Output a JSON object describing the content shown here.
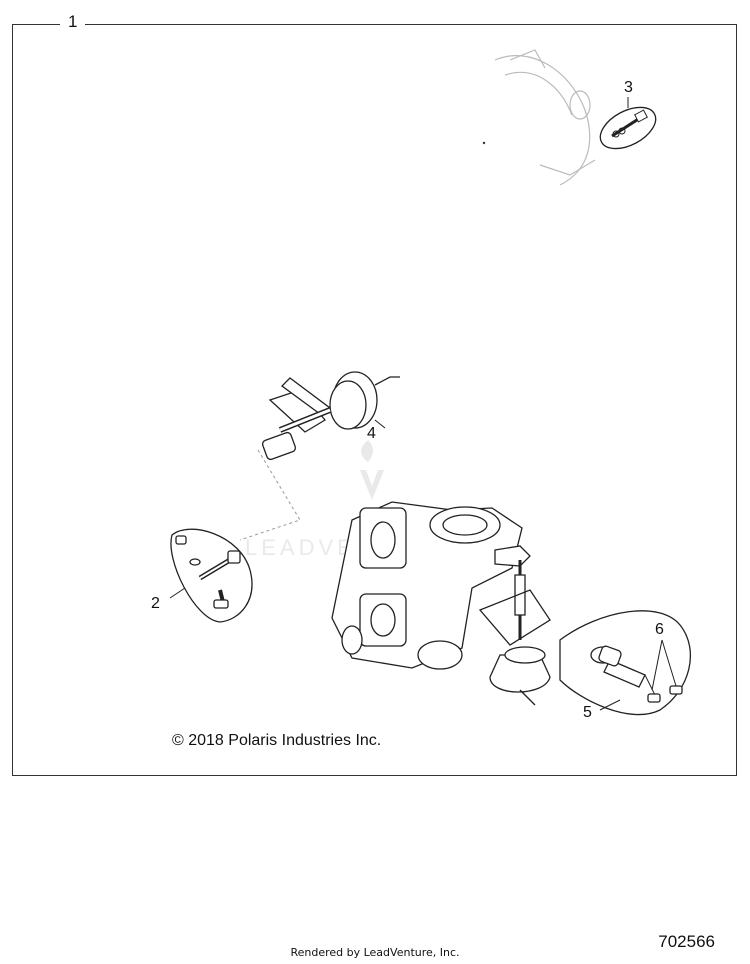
{
  "frame_label": "1",
  "callouts": {
    "c2": "2",
    "c3": "3",
    "c4": "4",
    "c5": "5",
    "c6": "6"
  },
  "copyright": "© 2018 Polaris Industries Inc.",
  "diagram_number": "702566",
  "footer": "Rendered by LeadVenture, Inc.",
  "watermark": "LEADVENTURE"
}
